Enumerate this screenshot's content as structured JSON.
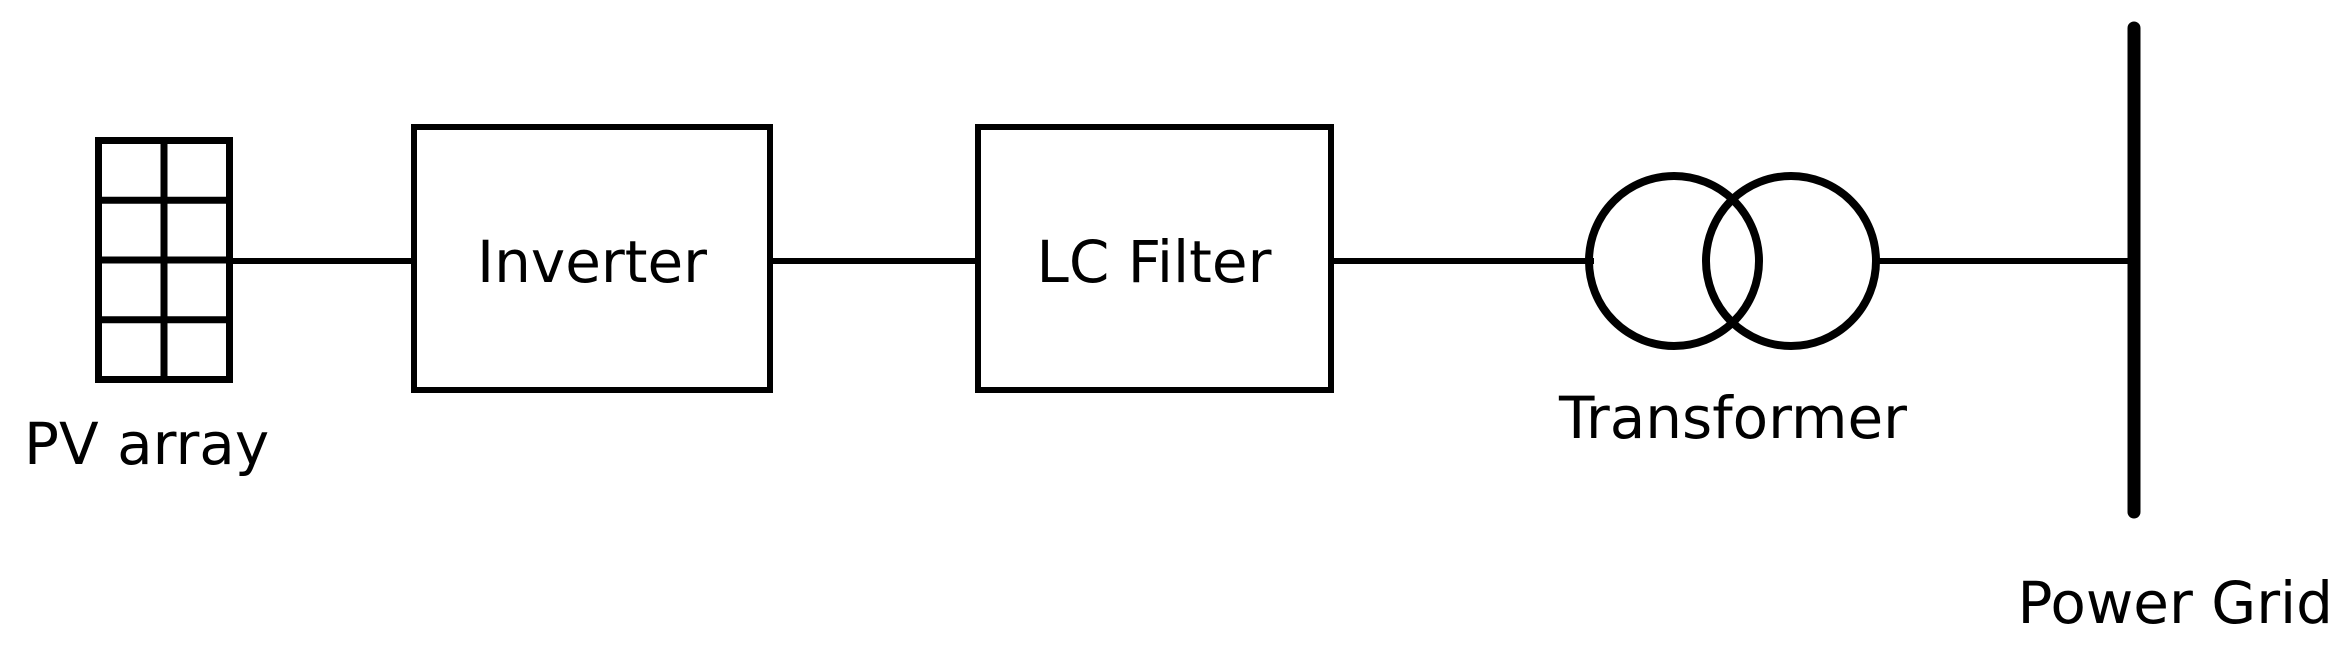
{
  "diagram": {
    "title": "PV Grid-Connected System Block Diagram",
    "type": "block-diagram",
    "background_color": "#ffffff",
    "line_color": "#000000",
    "blocks": [
      {
        "id": "pv-array",
        "label": "PV array",
        "shape": "panel-grid",
        "grid_columns": 2,
        "grid_rows": 4,
        "label_position": "below"
      },
      {
        "id": "inverter",
        "label": "Inverter",
        "shape": "rectangle",
        "label_position": "inside"
      },
      {
        "id": "lc-filter",
        "label": "LC Filter",
        "shape": "rectangle",
        "label_position": "inside"
      },
      {
        "id": "transformer",
        "label": "Transformer",
        "shape": "two-overlapping-circles",
        "label_position": "below"
      },
      {
        "id": "power-grid",
        "label": "Power Grid",
        "shape": "vertical-busbar",
        "label_position": "below"
      }
    ],
    "connections": [
      {
        "from": "pv-array",
        "to": "inverter"
      },
      {
        "from": "inverter",
        "to": "lc-filter"
      },
      {
        "from": "lc-filter",
        "to": "transformer"
      },
      {
        "from": "transformer",
        "to": "power-grid"
      }
    ]
  },
  "labels": {
    "pv_array": "PV array",
    "inverter": "Inverter",
    "lc_filter": "LC Filter",
    "transformer": "Transformer",
    "power_grid": "Power Grid"
  }
}
